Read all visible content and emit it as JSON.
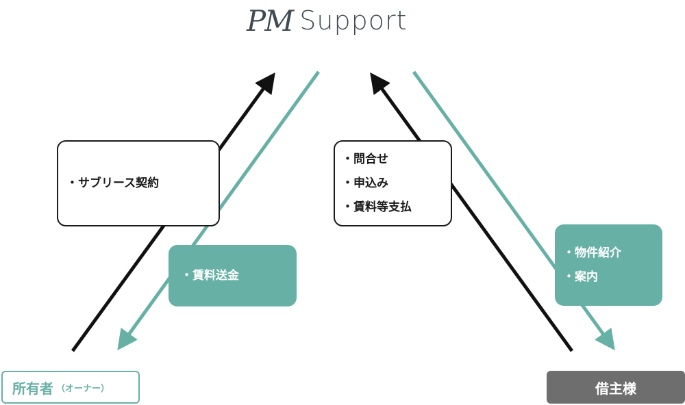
{
  "logo": {
    "mark": "PM",
    "text": "Support"
  },
  "boxes": {
    "sublease": {
      "items": [
        "サブリース契約"
      ]
    },
    "rent_remit": {
      "items": [
        "賃料送金"
      ]
    },
    "inquiry": {
      "items": [
        "問合せ",
        "申込み",
        "賃料等支払"
      ]
    },
    "property": {
      "items": [
        "物件紹介",
        "案内"
      ]
    }
  },
  "parties": {
    "owner": {
      "label": "所有者",
      "sub": "（オーナー）"
    },
    "tenant": {
      "label": "借主様"
    }
  },
  "colors": {
    "teal": "#66b0a5",
    "black": "#111111",
    "gray": "#6e6e6e"
  }
}
